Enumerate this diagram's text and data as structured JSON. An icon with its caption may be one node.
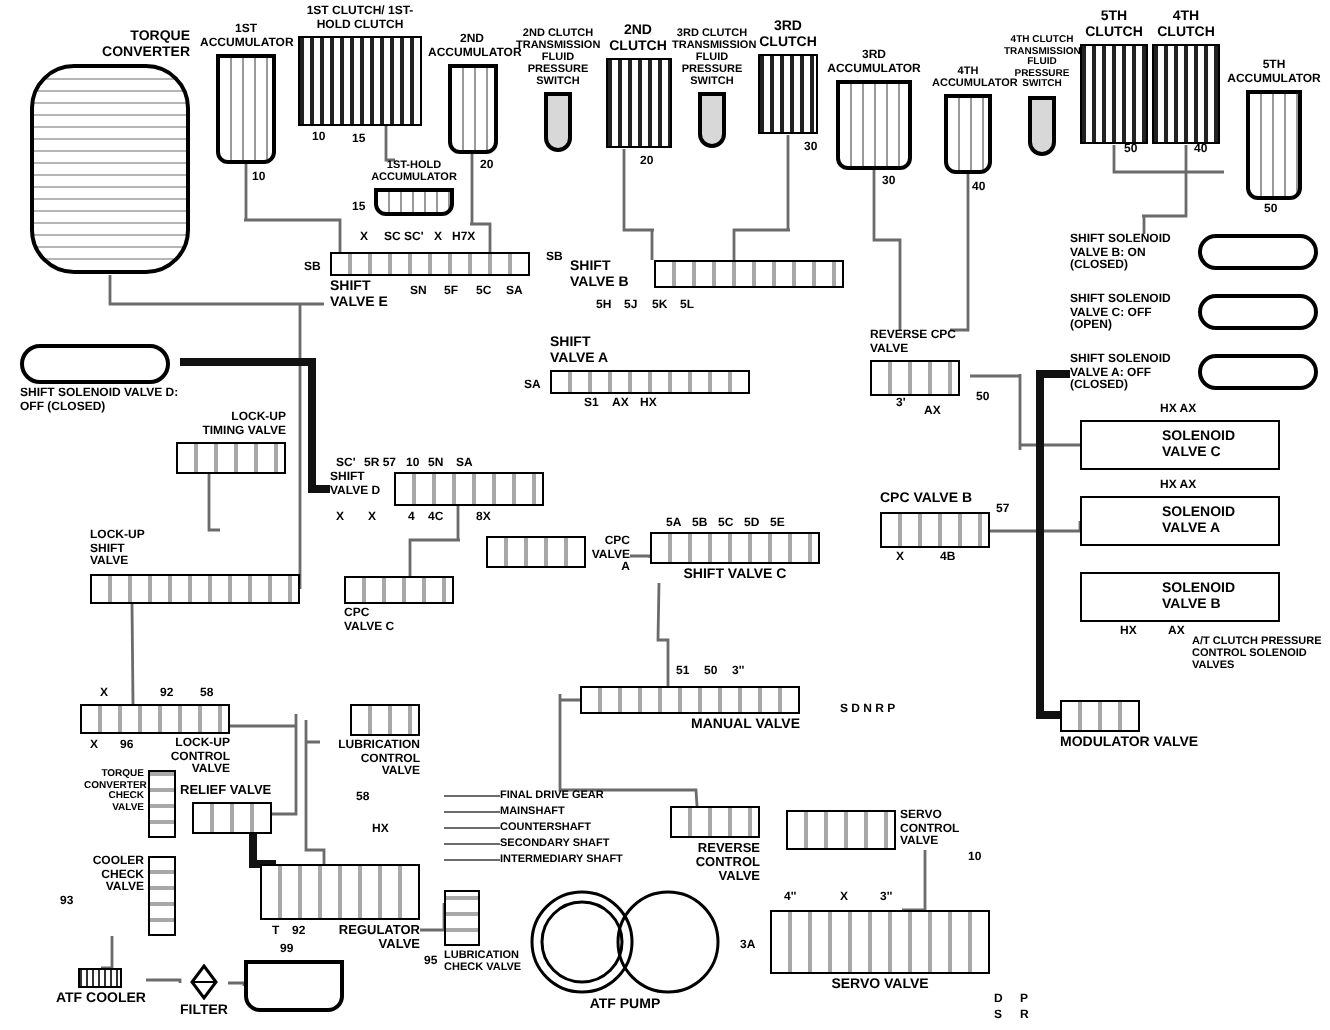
{
  "diagram": {
    "nodes": [
      {
        "text": [
          "TORQUE CONVERTER"
        ]
      },
      {
        "text": [
          "1ST ACCUMULATOR"
        ]
      },
      {
        "text": [
          "1ST CLUTCH/ 1ST-HOLD CLUTCH"
        ]
      },
      {
        "text": [
          "1ST-HOLD ACCUMULATOR"
        ]
      },
      {
        "text": [
          "2ND ACCUMULATOR"
        ]
      },
      {
        "text": [
          "2ND CLUTCH TRANSMISSION FLUID PRESSURE SWITCH"
        ]
      },
      {
        "text": [
          "2ND CLUTCH"
        ]
      },
      {
        "text": [
          "3RD CLUTCH TRANSMISSION FLUID PRESSURE SWITCH"
        ]
      },
      {
        "text": [
          "3RD CLUTCH"
        ]
      },
      {
        "text": [
          "3RD ACCUMULATOR"
        ]
      },
      {
        "text": [
          "4TH ACCUMULATOR"
        ]
      },
      {
        "text": [
          "4TH CLUTCH TRANSMISSION FLUID PRESSURE SWITCH"
        ]
      },
      {
        "text": [
          "5TH CLUTCH"
        ]
      },
      {
        "text": [
          "4TH CLUTCH"
        ]
      },
      {
        "text": [
          "5TH ACCUMULATOR"
        ]
      },
      {
        "text": [
          "SHIFT VALVE E"
        ]
      },
      {
        "text": [
          "SHIFT VALVE B"
        ]
      },
      {
        "text": [
          "SHIFT SOLENOID VALVE B: ON (CLOSED)"
        ]
      },
      {
        "text": [
          "SHIFT SOLENOID VALVE C: OFF (OPEN)"
        ]
      },
      {
        "text": [
          "SHIFT SOLENOID VALVE A: OFF (CLOSED)"
        ]
      },
      {
        "text": [
          "SHIFT SOLENOID VALVE D: OFF (CLOSED)"
        ]
      },
      {
        "text": [
          "SHIFT VALVE A"
        ]
      },
      {
        "text": [
          "REVERSE CPC VALVE"
        ]
      },
      {
        "text": [
          "SOLENOID VALVE C"
        ]
      },
      {
        "text": [
          "LOCK-UP TIMING VALVE"
        ]
      },
      {
        "text": [
          "SHIFT VALVE D"
        ]
      },
      {
        "text": [
          "SOLENOID VALVE A"
        ]
      },
      {
        "text": [
          "CPC VALVE B"
        ]
      },
      {
        "text": [
          "CPC VALVE A"
        ]
      },
      {
        "text": [
          "SHIFT VALVE C"
        ]
      },
      {
        "text": [
          "SOLENOID VALVE B"
        ]
      },
      {
        "text": [
          "LOCK-UP SHIFT VALVE"
        ]
      },
      {
        "text": [
          "CPC VALVE C"
        ]
      },
      {
        "text": [
          "MANUAL VALVE"
        ]
      },
      {
        "text": [
          "MODULATOR VALVE"
        ]
      },
      {
        "text": [
          "LOCK-UP CONTROL VALVE"
        ]
      },
      {
        "text": [
          "LUBRICATION CONTROL VALVE"
        ]
      },
      {
        "text": [
          "RELIEF VALVE"
        ]
      },
      {
        "text": [
          "TORQUE CONVERTER CHECK VALVE"
        ]
      },
      {
        "text": [
          "COOLER CHECK VALVE"
        ]
      },
      {
        "text": [
          "SERVO CONTROL VALVE"
        ]
      },
      {
        "text": [
          "REVERSE CONTROL VALVE"
        ]
      },
      {
        "text": [
          "REGULATOR VALVE"
        ]
      },
      {
        "text": [
          "LUBRICATION CHECK VALVE"
        ]
      },
      {
        "text": [
          "ATF PUMP"
        ]
      },
      {
        "text": [
          "ATF COOLER"
        ]
      },
      {
        "text": [
          "FILTER"
        ]
      },
      {
        "text": [],
        "shape": "box"
      },
      {
        "text": [
          "SERVO VALVE"
        ]
      },
      {
        "text": [
          "FINAL DRIVE GEAR"
        ]
      },
      {
        "text": [
          "MAINSHAFT"
        ]
      },
      {
        "text": [
          "COUNTERSHAFT"
        ]
      },
      {
        "text": [
          "SECONDARY SHAFT"
        ]
      },
      {
        "text": [
          "INTERMEDIARY SHAFT"
        ]
      }
    ],
    "edges": [
      {
        "from": 0,
        "to": 31,
        "arrow": "none"
      },
      {
        "from": 1,
        "to": 15,
        "arrow": "none"
      },
      {
        "from": 2,
        "to": 3,
        "arrow": "none"
      },
      {
        "from": 4,
        "to": 15,
        "arrow": "none"
      },
      {
        "from": 6,
        "to": 16,
        "arrow": "none"
      },
      {
        "from": 8,
        "to": 16,
        "arrow": "none"
      },
      {
        "from": 9,
        "to": 22,
        "arrow": "none"
      },
      {
        "from": 10,
        "to": 22,
        "arrow": "none"
      },
      {
        "from": 12,
        "to": 14,
        "arrow": "none"
      },
      {
        "from": 13,
        "to": 17,
        "arrow": "none"
      },
      {
        "from": 20,
        "to": 25,
        "arrow": "none",
        "style": "thick",
        "color": "#111111"
      },
      {
        "from": 24,
        "to": 31,
        "arrow": "none"
      },
      {
        "from": 31,
        "to": 35,
        "arrow": "none"
      },
      {
        "from": 35,
        "to": 37,
        "arrow": "none"
      },
      {
        "from": 37,
        "to": 42,
        "arrow": "none",
        "style": "thick",
        "color": "#111111"
      },
      {
        "from": 42,
        "to": 43,
        "arrow": "none"
      },
      {
        "from": 46,
        "to": 47,
        "arrow": "none"
      },
      {
        "from": 45,
        "to": 46,
        "arrow": "none"
      },
      {
        "from": 39,
        "to": 45,
        "arrow": "none"
      },
      {
        "from": 33,
        "to": 41,
        "arrow": "none"
      },
      {
        "from": 40,
        "to": 48,
        "arrow": "none"
      },
      {
        "from": 25,
        "to": 32,
        "arrow": "none"
      },
      {
        "from": 28,
        "to": 29,
        "arrow": "none"
      },
      {
        "from": 27,
        "to": 26,
        "arrow": "none"
      },
      {
        "from": 22,
        "to": 23,
        "arrow": "none"
      },
      {
        "from": 34,
        "to": 19,
        "arrow": "none",
        "style": "thick",
        "color": "#111111"
      },
      {
        "from": 29,
        "to": 33,
        "arrow": "none"
      },
      {
        "from": 36,
        "to": 42,
        "arrow": "none"
      },
      {
        "from": 49,
        "to": null,
        "arrow": "none"
      },
      {
        "from": 50,
        "to": null,
        "arrow": "none"
      },
      {
        "from": 51,
        "to": null,
        "arrow": "none"
      },
      {
        "from": 52,
        "to": null,
        "arrow": "none"
      },
      {
        "from": 53,
        "to": null,
        "arrow": "none"
      }
    ],
    "labels": [
      "10",
      "10",
      "15",
      "15",
      "20",
      "20",
      "30",
      "30",
      "40",
      "50",
      "40",
      "50",
      "SB",
      "X",
      "SC SC'",
      "X",
      "H7X",
      "SN",
      "5F",
      "5C",
      "SA",
      "SB",
      "5H",
      "5J",
      "5K",
      "5L",
      "SA",
      "S1",
      "AX",
      "HX",
      "3'",
      "AX",
      "50",
      "SC'",
      "5R 57",
      "10",
      "5N",
      "SA",
      "X",
      "X",
      "4",
      "4C",
      "8X",
      "HX AX",
      "HX AX",
      "X",
      "4B",
      "57",
      "5A",
      "5B",
      "5C",
      "5D",
      "5E",
      "51",
      "50",
      "3''",
      "S D N R P",
      "X",
      "92",
      "58",
      "X",
      "96",
      "93",
      "58",
      "HX",
      "T",
      "92",
      "99",
      "95",
      "4''",
      "X",
      "3''",
      "3A",
      "10",
      "A/T CLUTCH PRESSURE CONTROL SOLENOID VALVES",
      "HX",
      "AX",
      "D",
      "P",
      "S",
      "R"
    ]
  }
}
